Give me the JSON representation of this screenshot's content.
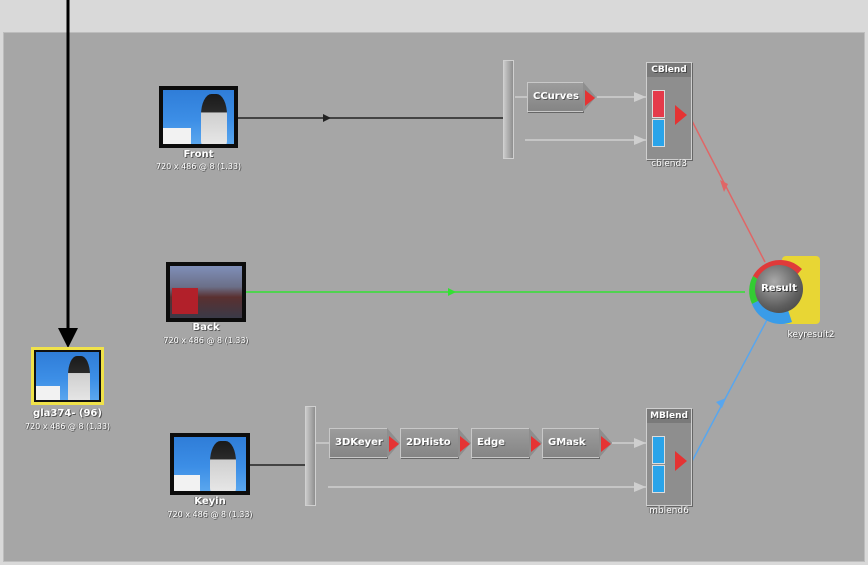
{
  "nodes": {
    "front": {
      "name": "Front",
      "dims": "720 x 486 @ 8 (1.33)"
    },
    "back": {
      "name": "Back",
      "dims": "720 x 486 @ 8 (1.33)"
    },
    "keyin": {
      "name": "Keyin",
      "dims": "720 x 486 @ 8 (1.33)"
    },
    "selected": {
      "name": "gla374- (96)",
      "dims": "720 x 486 @ 8 (1.33)"
    }
  },
  "ops": {
    "ccurves": "CCurves",
    "keyer3d": "3DKeyer",
    "histo2d": "2DHisto",
    "edge": "Edge",
    "gmask": "GMask"
  },
  "blends": {
    "cblend": {
      "title": "CBlend",
      "name": "cblend3"
    },
    "mblend": {
      "title": "MBlend",
      "name": "mblend6"
    }
  },
  "result": {
    "label": "Result",
    "name": "keyresult2"
  },
  "colors": {
    "red_wire": "#e06666",
    "green_wire": "#33e033",
    "blue_wire": "#58a6ee",
    "selection": "#f0e24a",
    "result_yellow": "#e8d634"
  }
}
